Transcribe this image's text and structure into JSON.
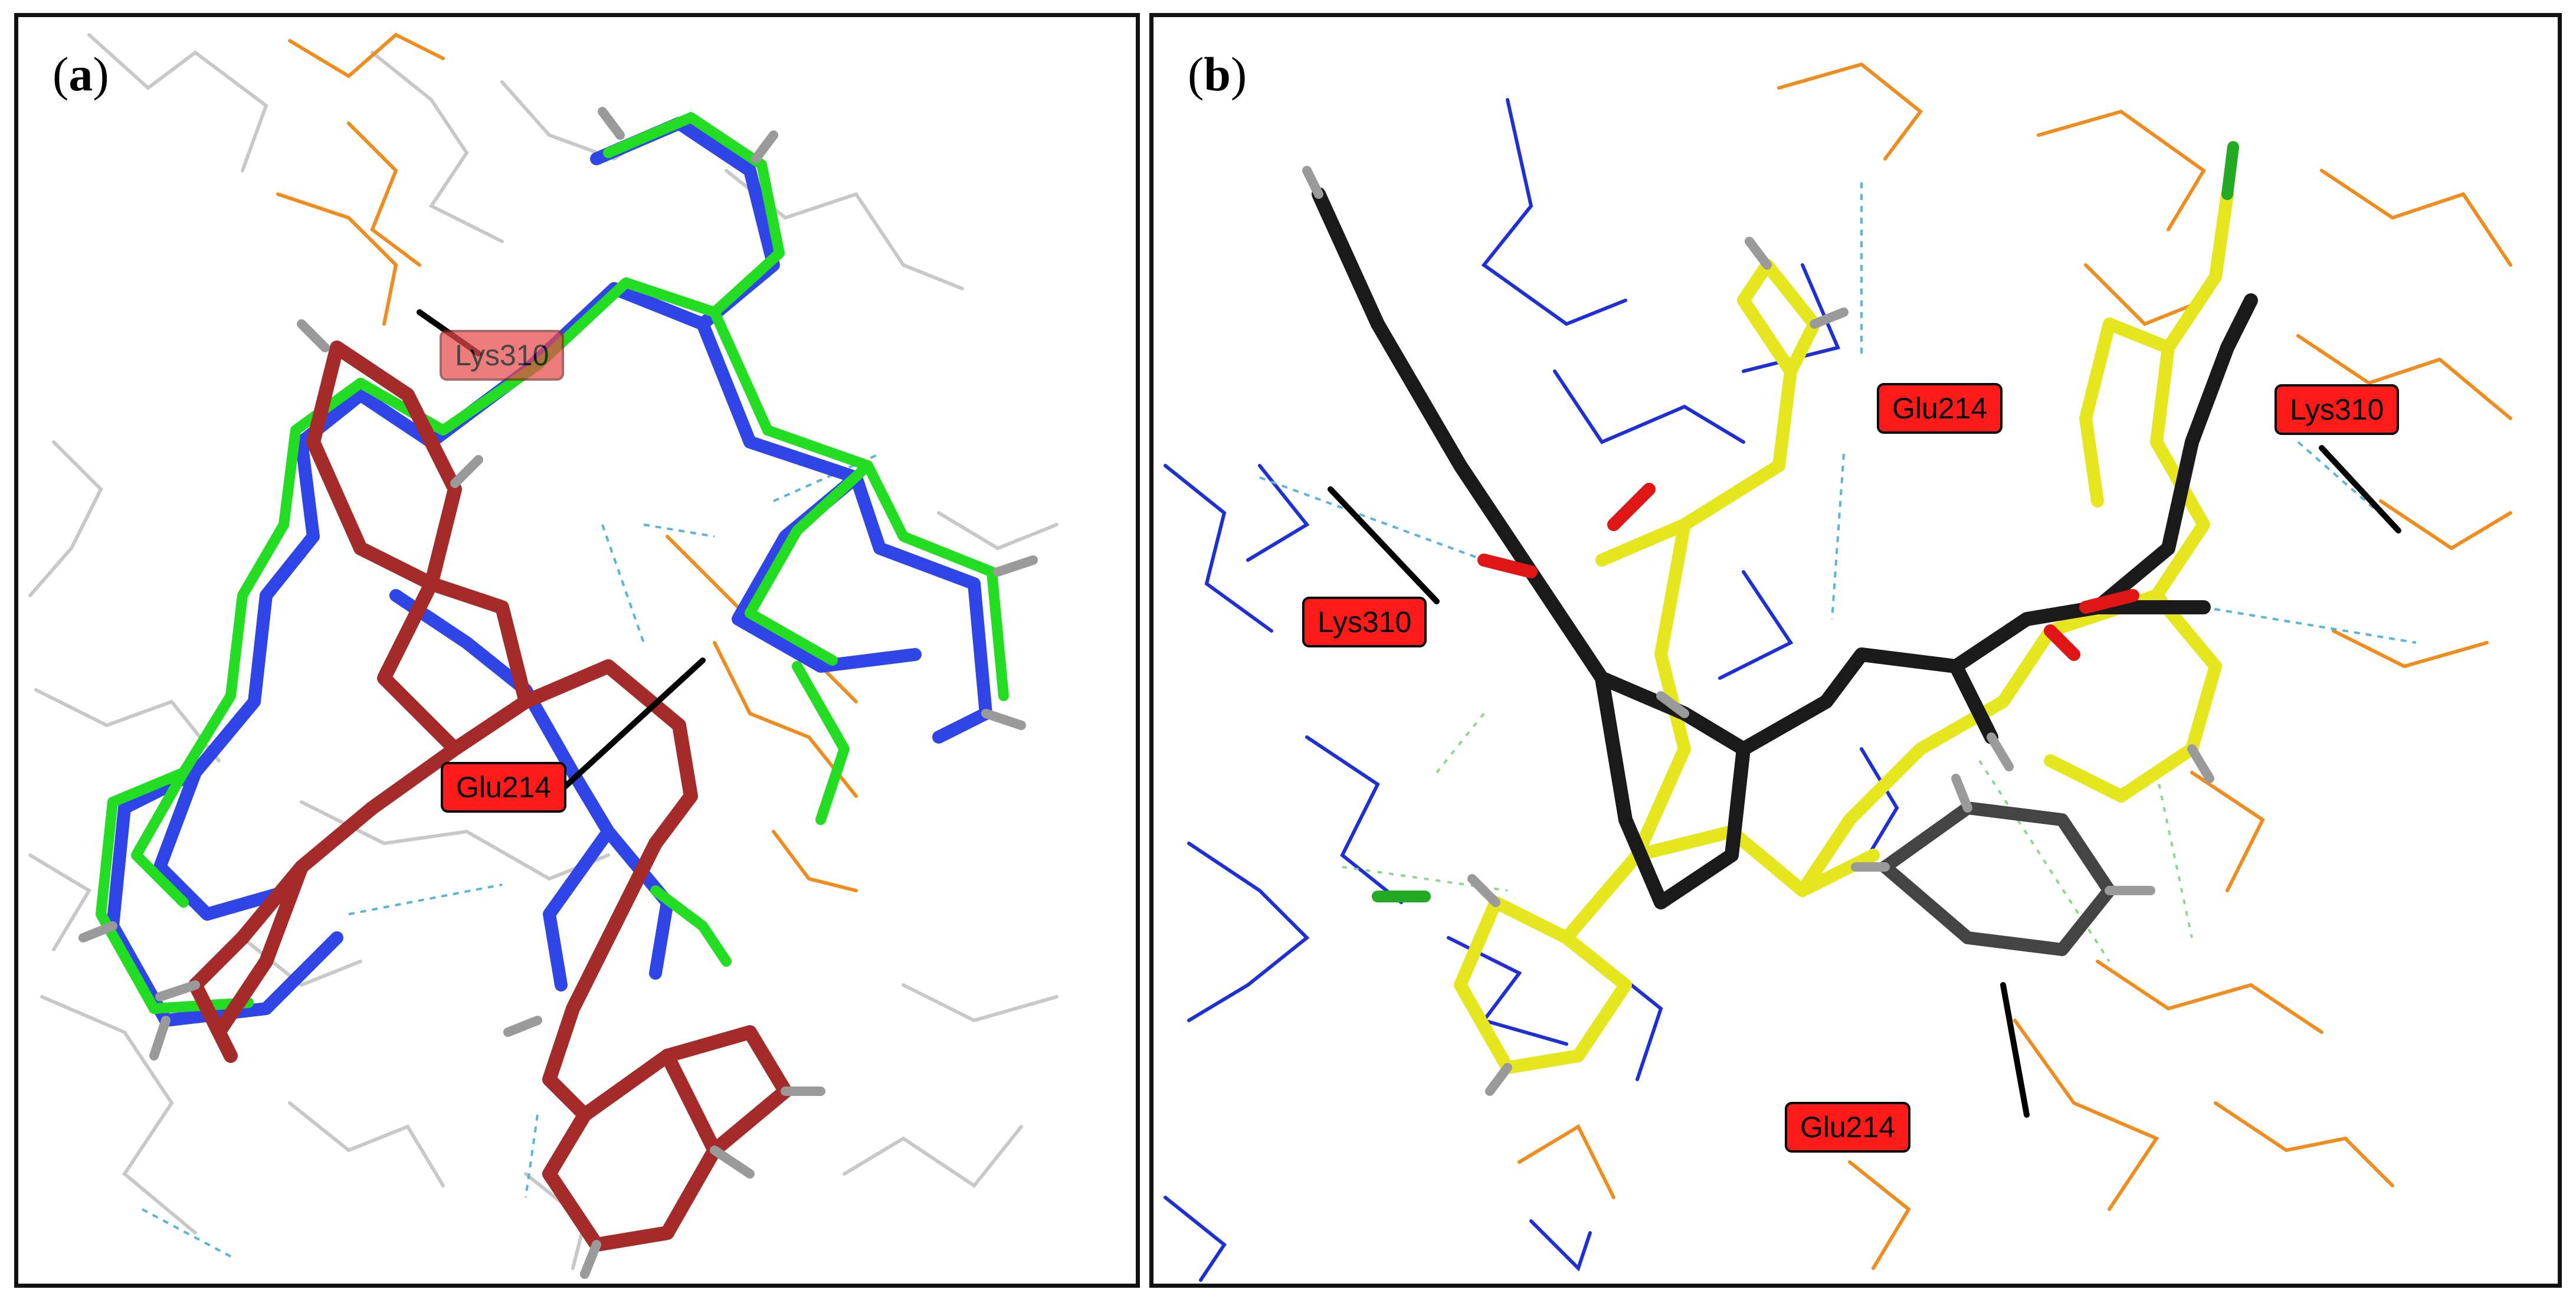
{
  "panels": {
    "a": {
      "label_open": "(",
      "label_letter": "a",
      "label_close": ")",
      "residue_labels": [
        "Lys310",
        "Glu214"
      ]
    },
    "b": {
      "label_open": "(",
      "label_letter": "b",
      "label_close": ")",
      "residue_labels": [
        "Glu214",
        "Lys310",
        "Lys310",
        "Glu214"
      ]
    }
  },
  "colors": {
    "label_fill": "#ff1a1a",
    "panel_a_ligand_1": "#2f45e8",
    "panel_a_ligand_2": "#22dd22",
    "panel_a_ligand_3": "#a52a2a",
    "panel_a_protein": "#c8c8c8",
    "panel_a_residue": "#f08c1e",
    "panel_b_ligand_1": "#e6e61e",
    "panel_b_ligand_2": "#1a1a1a",
    "panel_b_protein_1": "#1f2fd6",
    "panel_b_protein_2": "#f08c1e",
    "hbond": "#5ab4d6"
  }
}
